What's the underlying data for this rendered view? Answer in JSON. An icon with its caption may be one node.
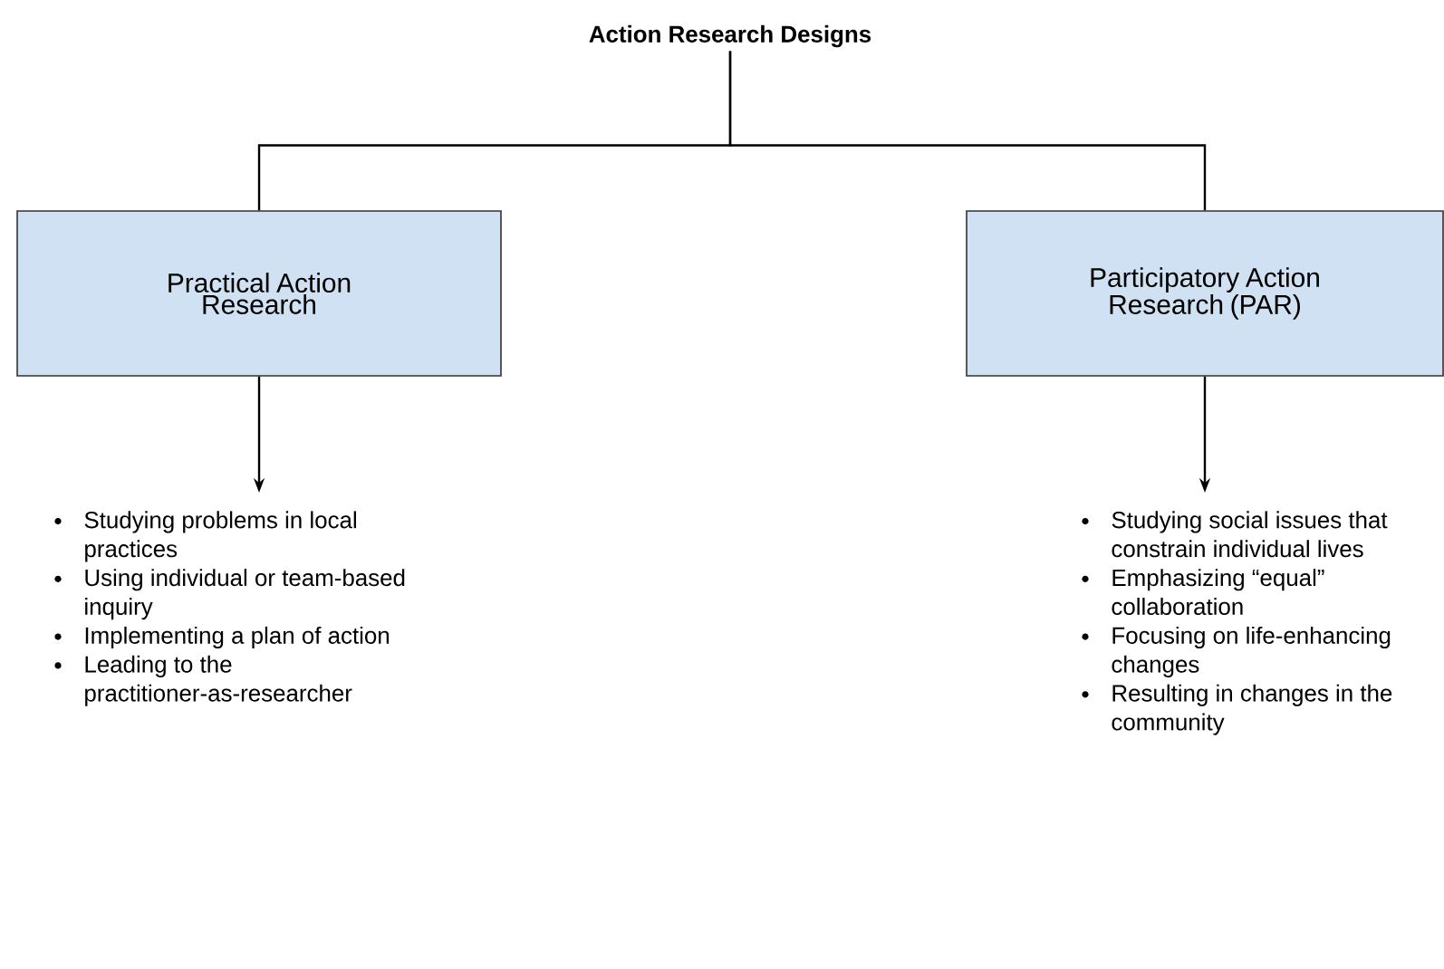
{
  "diagram": {
    "nodes": [
      {
        "text": [
          "Action Research Designs"
        ]
      },
      {
        "text": [
          "Practical Action Research"
        ]
      },
      {
        "text": [
          "Participatory Action Research (PAR)"
        ]
      },
      {
        "text": [
          "Studying problems in local practices",
          "Using individual or team-based inquiry",
          "Implementing a plan of action",
          "Leading to the practitioner-as-researcher"
        ]
      },
      {
        "text": [
          "Studying social issues that constrain individual lives",
          "Emphasizing “equal” collaboration",
          "Focusing on life-enhancing changes",
          "Resulting in changes in the community"
        ]
      }
    ],
    "edges": [
      {
        "from": 0,
        "to": 1,
        "arrow": "none"
      },
      {
        "from": 0,
        "to": 2,
        "arrow": "none"
      },
      {
        "from": 1,
        "to": 3,
        "arrow": "to"
      },
      {
        "from": 2,
        "to": 4,
        "arrow": "to"
      }
    ]
  }
}
